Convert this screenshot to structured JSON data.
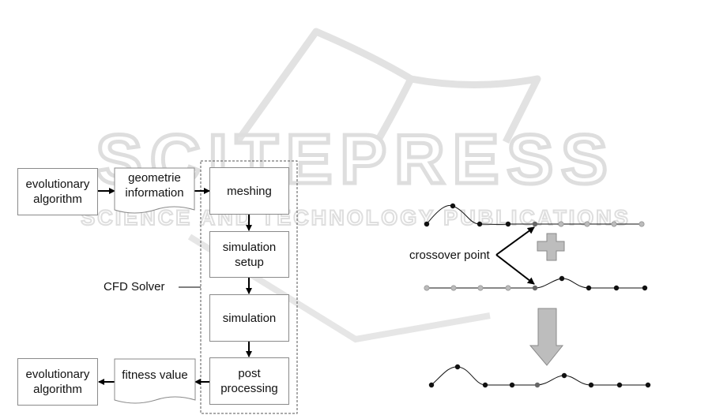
{
  "watermark": {
    "brand": "SCITEPRESS",
    "tagline": "SCIENCE AND TECHNOLOGY PUBLICATIONS"
  },
  "flowchart": {
    "ea_top": "evolutionary\nalgorithm",
    "geometry": "geometrie\ninformation",
    "meshing": "meshing",
    "sim_setup": "simulation\nsetup",
    "simulation": "simulation",
    "post": "post\nprocessing",
    "fitness": "fitness value",
    "ea_bottom": "evolutionary\nalgorithm",
    "solver_label": "CFD Solver"
  },
  "crossover": {
    "label": "crossover point"
  }
}
